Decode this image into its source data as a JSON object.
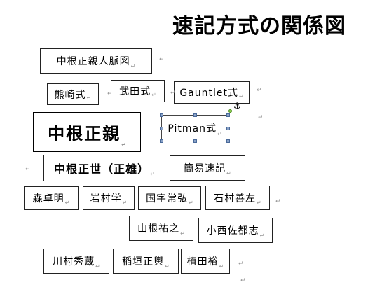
{
  "title": "速記方式の関係図",
  "paragraph_mark": "↵",
  "anchor_symbol": "⚓",
  "boxes": [
    {
      "id": "jinmyaku",
      "label": "中根正親人脈図"
    },
    {
      "id": "kumazaki",
      "label": "熊崎式"
    },
    {
      "id": "takeda",
      "label": "武田式"
    },
    {
      "id": "gauntlet",
      "label": "Gauntlet式"
    },
    {
      "id": "nakane-masachika",
      "label": "中根正親"
    },
    {
      "id": "pitman",
      "label": "Pitman式"
    },
    {
      "id": "nakane-masayo",
      "label": "中根正世（正雄）"
    },
    {
      "id": "kan-i",
      "label": "簡易速記"
    },
    {
      "id": "mori",
      "label": "森卓明"
    },
    {
      "id": "iwamura",
      "label": "岩村学"
    },
    {
      "id": "kokuji",
      "label": "国字常弘"
    },
    {
      "id": "ishimura",
      "label": "石村善左"
    },
    {
      "id": "yamane",
      "label": "山根祐之"
    },
    {
      "id": "konishi",
      "label": "小西佐都志"
    },
    {
      "id": "kawamura",
      "label": "川村秀蔵"
    },
    {
      "id": "inagaki",
      "label": "稲垣正輿"
    },
    {
      "id": "ueda",
      "label": "植田裕"
    }
  ]
}
